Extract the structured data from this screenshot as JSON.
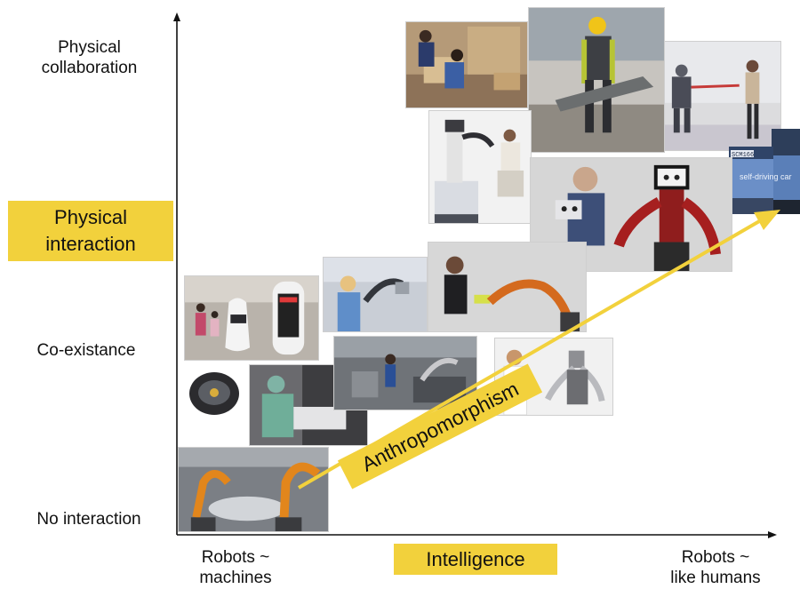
{
  "y_axis": {
    "level_top": "Physical\ncollaboration",
    "level_mid": "Co-existance",
    "level_bottom": "No interaction",
    "title": "Physical\ninteraction"
  },
  "x_axis": {
    "left_end": "Robots ~\nmachines",
    "right_end": "Robots ~\nlike humans",
    "title": "Intelligence"
  },
  "trend_label": "Anthropomorphism",
  "photo_text": {
    "self_driving_car": "self-driving car",
    "plate": "SCM166"
  },
  "colors": {
    "highlight": "#f2d13c",
    "axis": "#111111"
  }
}
